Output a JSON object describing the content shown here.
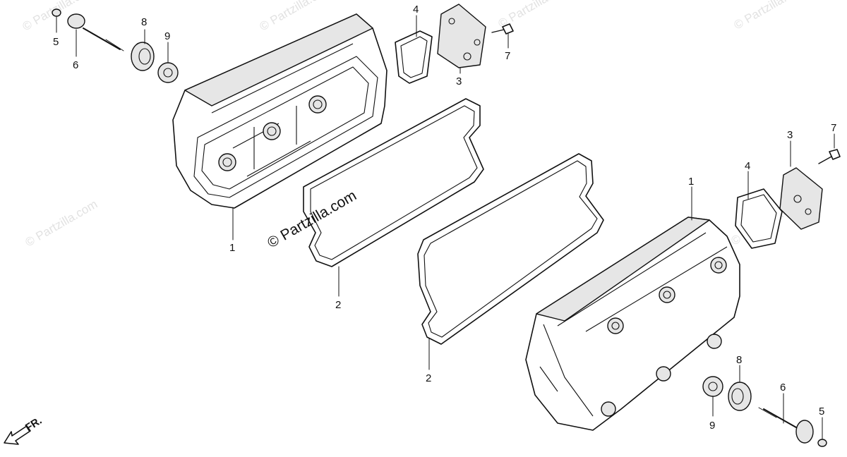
{
  "watermarks": {
    "main": "© Partzilla.com",
    "faint": "© Partzilla.com"
  },
  "direction": {
    "label": "FR."
  },
  "callouts": [
    {
      "id": "c-5-left",
      "num": "5"
    },
    {
      "id": "c-6-left",
      "num": "6"
    },
    {
      "id": "c-8-left",
      "num": "8"
    },
    {
      "id": "c-9-left",
      "num": "9"
    },
    {
      "id": "c-4-top",
      "num": "4"
    },
    {
      "id": "c-3-top",
      "num": "3"
    },
    {
      "id": "c-7-top",
      "num": "7"
    },
    {
      "id": "c-1-left",
      "num": "1"
    },
    {
      "id": "c-2-left",
      "num": "2"
    },
    {
      "id": "c-2-right",
      "num": "2"
    },
    {
      "id": "c-1-right",
      "num": "1"
    },
    {
      "id": "c-4-right",
      "num": "4"
    },
    {
      "id": "c-3-right",
      "num": "3"
    },
    {
      "id": "c-7-right",
      "num": "7"
    },
    {
      "id": "c-8-right",
      "num": "8"
    },
    {
      "id": "c-6-right",
      "num": "6"
    },
    {
      "id": "c-9-right",
      "num": "9"
    },
    {
      "id": "c-5-right",
      "num": "5"
    }
  ]
}
